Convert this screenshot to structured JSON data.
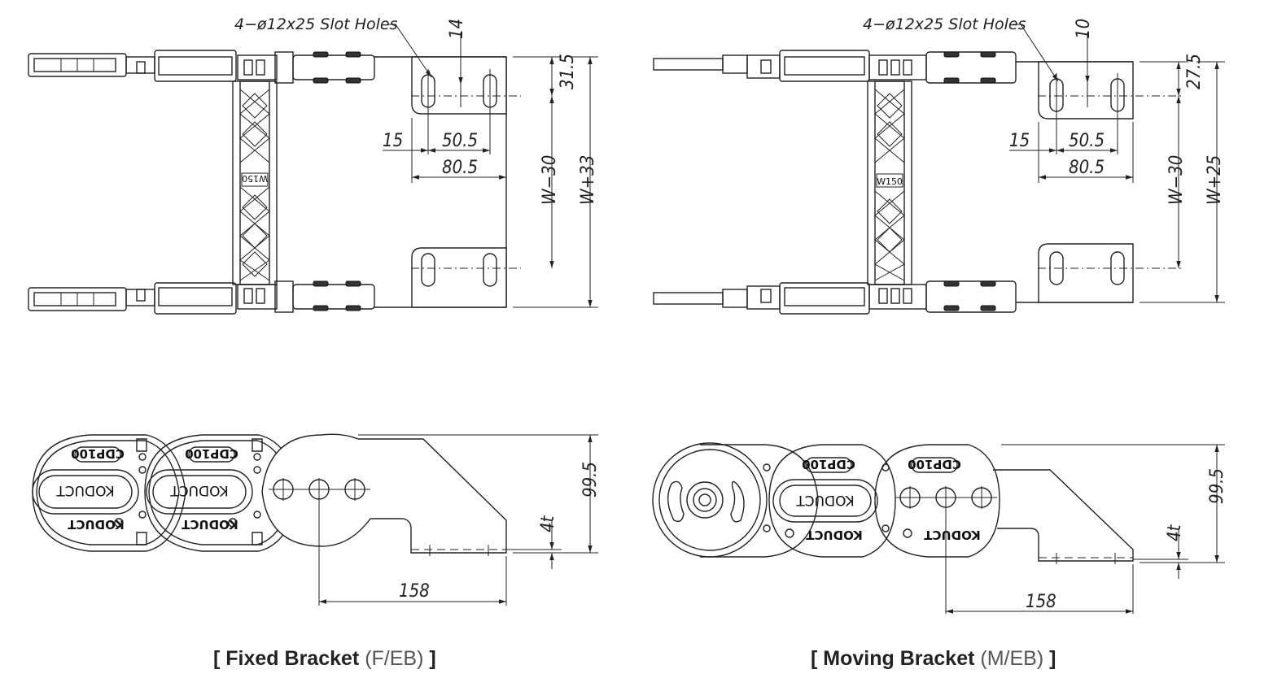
{
  "fixed": {
    "slot_note": "4−ø12x25 Slot Holes",
    "dim_top": "14",
    "dim_edge": "31.5",
    "dim_15": "15",
    "dim_pitch": "50.5",
    "dim_width": "80.5",
    "dim_inner": "W−30",
    "dim_outer": "W+33",
    "dim_height": "99.5",
    "dim_thickness": "4t",
    "dim_length": "158",
    "chain_label": "CDP100",
    "brand": "KODUCT",
    "width_mark": "W150",
    "caption_open": "[ ",
    "caption_bold": "Fixed Bracket",
    "caption_code": " (F/EB) ",
    "caption_close": "]"
  },
  "moving": {
    "slot_note": "4−ø12x25 Slot Holes",
    "dim_top": "10",
    "dim_edge": "27.5",
    "dim_15": "15",
    "dim_pitch": "50.5",
    "dim_width": "80.5",
    "dim_inner": "W−30",
    "dim_outer": "W+25",
    "dim_height": "99.5",
    "dim_thickness": "4t",
    "dim_length": "158",
    "chain_label": "CDP100",
    "brand": "KODUCT",
    "width_mark": "W150",
    "caption_open": "[ ",
    "caption_bold": "Moving Bracket",
    "caption_code": " (M/EB) ",
    "caption_close": "]"
  }
}
